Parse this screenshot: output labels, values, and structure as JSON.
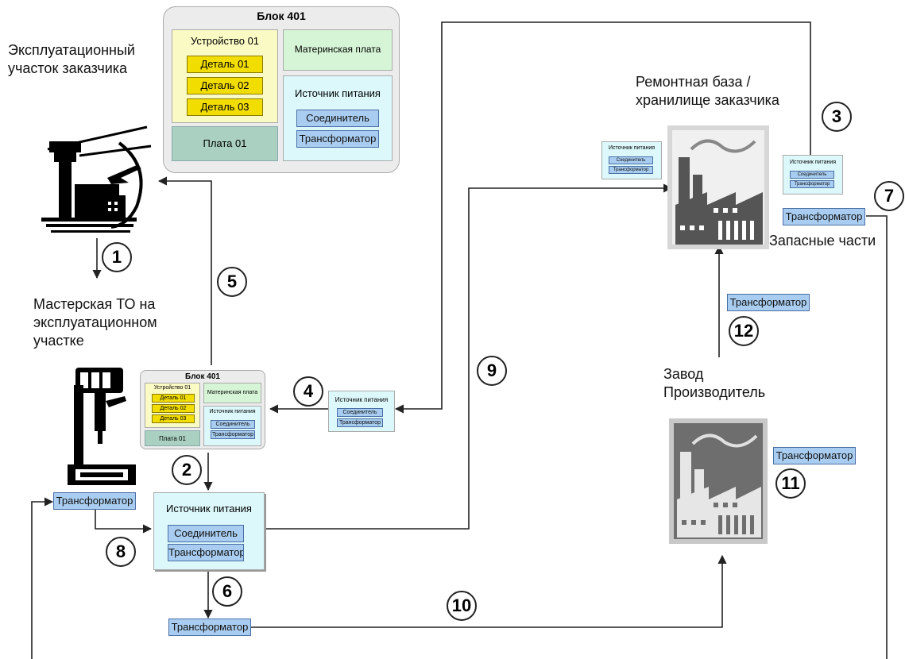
{
  "labels": {
    "operation_site": "Эксплуатационный участок заказчика",
    "workshop": "Мастерская ТО на эксплуатационном участке",
    "repair_base": "Ремонтная база / хранилище заказчика",
    "spare_parts": "Запасные части",
    "manufacturer": "Завод Производитель"
  },
  "unit": {
    "title": "Блок 401",
    "device": "Устройство 01",
    "parts": [
      "Деталь 01",
      "Деталь 02",
      "Деталь 03"
    ],
    "motherboard": "Материнская плата",
    "power_supply": "Источник питания",
    "connector": "Соединитель",
    "transformer": "Трансформатор",
    "board": "Плата 01"
  },
  "steps": [
    "1",
    "2",
    "3",
    "4",
    "5",
    "6",
    "7",
    "8",
    "9",
    "10",
    "11",
    "12"
  ],
  "colors": {
    "yellow_panel": "#fafbc4",
    "green_panel": "#d6f5d6",
    "teal_panel": "#a9d0c0",
    "cyan_panel": "#dcf8fb",
    "blue_chip": "#a9cdf0",
    "part_yellow": "#f2dd00"
  }
}
